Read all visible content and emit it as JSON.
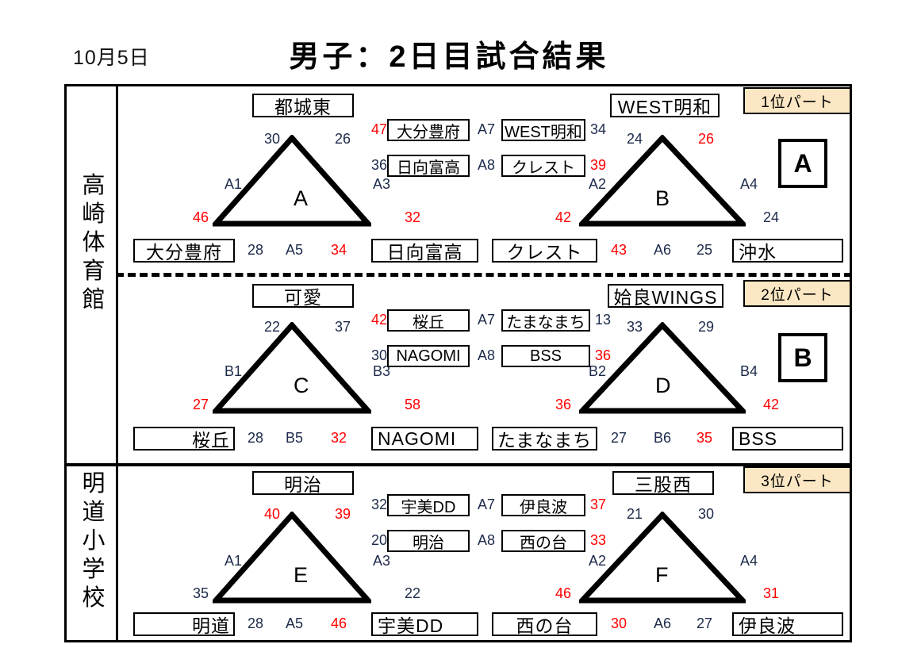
{
  "header": {
    "date": "10月5日",
    "title": "男子：2日目試合結果"
  },
  "venues": [
    {
      "name": "高崎体育館",
      "chars": [
        "高",
        "崎",
        "体",
        "育",
        "館"
      ]
    },
    {
      "name": "明道小学校",
      "chars": [
        "明",
        "道",
        "小",
        "学",
        "校"
      ]
    }
  ],
  "sections": [
    {
      "id": "section-1",
      "badge": "1位パート",
      "rank_box": "A",
      "left_triangle": {
        "letter": "A",
        "top_team": "都城東",
        "left_score_top": "30",
        "right_score_top": "26",
        "left_code": "A1",
        "right_code": "A3",
        "left_score_bottom": "46",
        "right_score_bottom": "32",
        "left_score_bottom_red": true,
        "right_score_bottom_red": true,
        "left_score_top_red": false,
        "right_score_top_red": false
      },
      "right_triangle": {
        "letter": "B",
        "top_team": "WEST明和",
        "left_score_top": "24",
        "right_score_top": "26",
        "left_code": "A2",
        "right_code": "A4",
        "left_score_bottom": "42",
        "right_score_bottom": "24",
        "left_score_bottom_red": true,
        "right_score_bottom_red": false,
        "left_score_top_red": false,
        "right_score_top_red": true
      },
      "center_matches": [
        {
          "code": "A7",
          "left_score": "47",
          "left_score_red": true,
          "left_team": "大分豊府",
          "right_team": "WEST明和",
          "right_score": "34",
          "right_score_red": false
        },
        {
          "code": "A8",
          "left_score": "36",
          "left_score_red": false,
          "left_team": "日向富高",
          "right_team": "クレスト",
          "right_score": "39",
          "right_score_red": true
        }
      ],
      "bottom_matches": [
        {
          "code": "A5",
          "left_team": "大分豊府",
          "left_score": "28",
          "left_score_red": false,
          "right_score": "34",
          "right_score_red": true,
          "right_team": "日向富高"
        },
        {
          "code": "A6",
          "left_team": "クレスト",
          "left_score": "43",
          "left_score_red": true,
          "right_score": "25",
          "right_score_red": false,
          "right_team": "沖水"
        }
      ]
    },
    {
      "id": "section-2",
      "badge": "2位パート",
      "rank_box": "B",
      "left_triangle": {
        "letter": "C",
        "top_team": "可愛",
        "left_score_top": "22",
        "right_score_top": "37",
        "left_code": "B1",
        "right_code": "B3",
        "left_score_bottom": "27",
        "right_score_bottom": "58",
        "left_score_bottom_red": true,
        "right_score_bottom_red": true,
        "left_score_top_red": false,
        "right_score_top_red": false
      },
      "right_triangle": {
        "letter": "D",
        "top_team": "姶良WINGS",
        "left_score_top": "33",
        "right_score_top": "29",
        "left_code": "B2",
        "right_code": "B4",
        "left_score_bottom": "36",
        "right_score_bottom": "42",
        "left_score_bottom_red": true,
        "right_score_bottom_red": true,
        "left_score_top_red": false,
        "right_score_top_red": false
      },
      "center_matches": [
        {
          "code": "A7",
          "left_score": "42",
          "left_score_red": true,
          "left_team": "桜丘",
          "right_team": "たまなまち",
          "right_score": "13",
          "right_score_red": false
        },
        {
          "code": "A8",
          "left_score": "30",
          "left_score_red": false,
          "left_team": "NAGOMI",
          "right_team": "BSS",
          "right_score": "36",
          "right_score_red": true
        }
      ],
      "bottom_matches": [
        {
          "code": "B5",
          "left_team": "桜丘",
          "left_score": "28",
          "left_score_red": false,
          "right_score": "32",
          "right_score_red": true,
          "right_team": "NAGOMI"
        },
        {
          "code": "B6",
          "left_team": "たまなまち",
          "left_score": "27",
          "left_score_red": false,
          "right_score": "35",
          "right_score_red": true,
          "right_team": "BSS"
        }
      ]
    },
    {
      "id": "section-3",
      "badge": "3位パート",
      "rank_box": "",
      "left_triangle": {
        "letter": "E",
        "top_team": "明治",
        "left_score_top": "40",
        "right_score_top": "39",
        "left_code": "A1",
        "right_code": "A3",
        "left_score_bottom": "35",
        "right_score_bottom": "22",
        "left_score_bottom_red": false,
        "right_score_bottom_red": false,
        "left_score_top_red": true,
        "right_score_top_red": true
      },
      "right_triangle": {
        "letter": "F",
        "top_team": "三股西",
        "left_score_top": "21",
        "right_score_top": "30",
        "left_code": "A2",
        "right_code": "A4",
        "left_score_bottom": "46",
        "right_score_bottom": "31",
        "left_score_bottom_red": true,
        "right_score_bottom_red": true,
        "left_score_top_red": false,
        "right_score_top_red": false
      },
      "center_matches": [
        {
          "code": "A7",
          "left_score": "32",
          "left_score_red": false,
          "left_team": "宇美DD",
          "right_team": "伊良波",
          "right_score": "37",
          "right_score_red": true
        },
        {
          "code": "A8",
          "left_score": "20",
          "left_score_red": false,
          "left_team": "明治",
          "right_team": "西の台",
          "right_score": "33",
          "right_score_red": true
        }
      ],
      "bottom_matches": [
        {
          "code": "A5",
          "left_team": "明道",
          "left_score": "28",
          "left_score_red": false,
          "right_score": "46",
          "right_score_red": true,
          "right_team": "宇美DD"
        },
        {
          "code": "A6",
          "left_team": "西の台",
          "left_score": "30",
          "left_score_red": true,
          "right_score": "27",
          "right_score_red": false,
          "right_team": "伊良波"
        }
      ]
    }
  ],
  "colors": {
    "badge_bg": "#fbe7c3",
    "red": "#ff0000",
    "ink": "#1c2a4a",
    "border": "#000000"
  }
}
